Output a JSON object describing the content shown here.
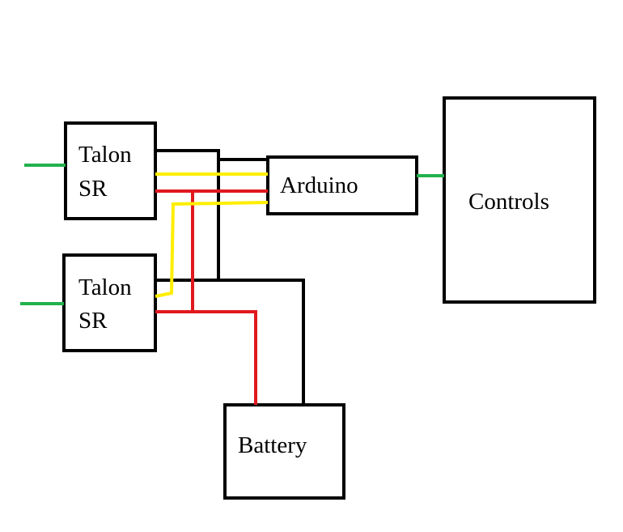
{
  "colors": {
    "black_wire": "#000000",
    "red_wire": "#e0191f",
    "yellow_wire": "#ffee00",
    "green_wire": "#22b14c"
  },
  "blocks": {
    "talon_top": {
      "line1": "Talon",
      "line2": "SR"
    },
    "talon_bottom": {
      "line1": "Talon",
      "line2": "SR"
    },
    "arduino": {
      "label": "Arduino"
    },
    "controls": {
      "label": "Controls"
    },
    "battery": {
      "label": "Battery"
    }
  }
}
